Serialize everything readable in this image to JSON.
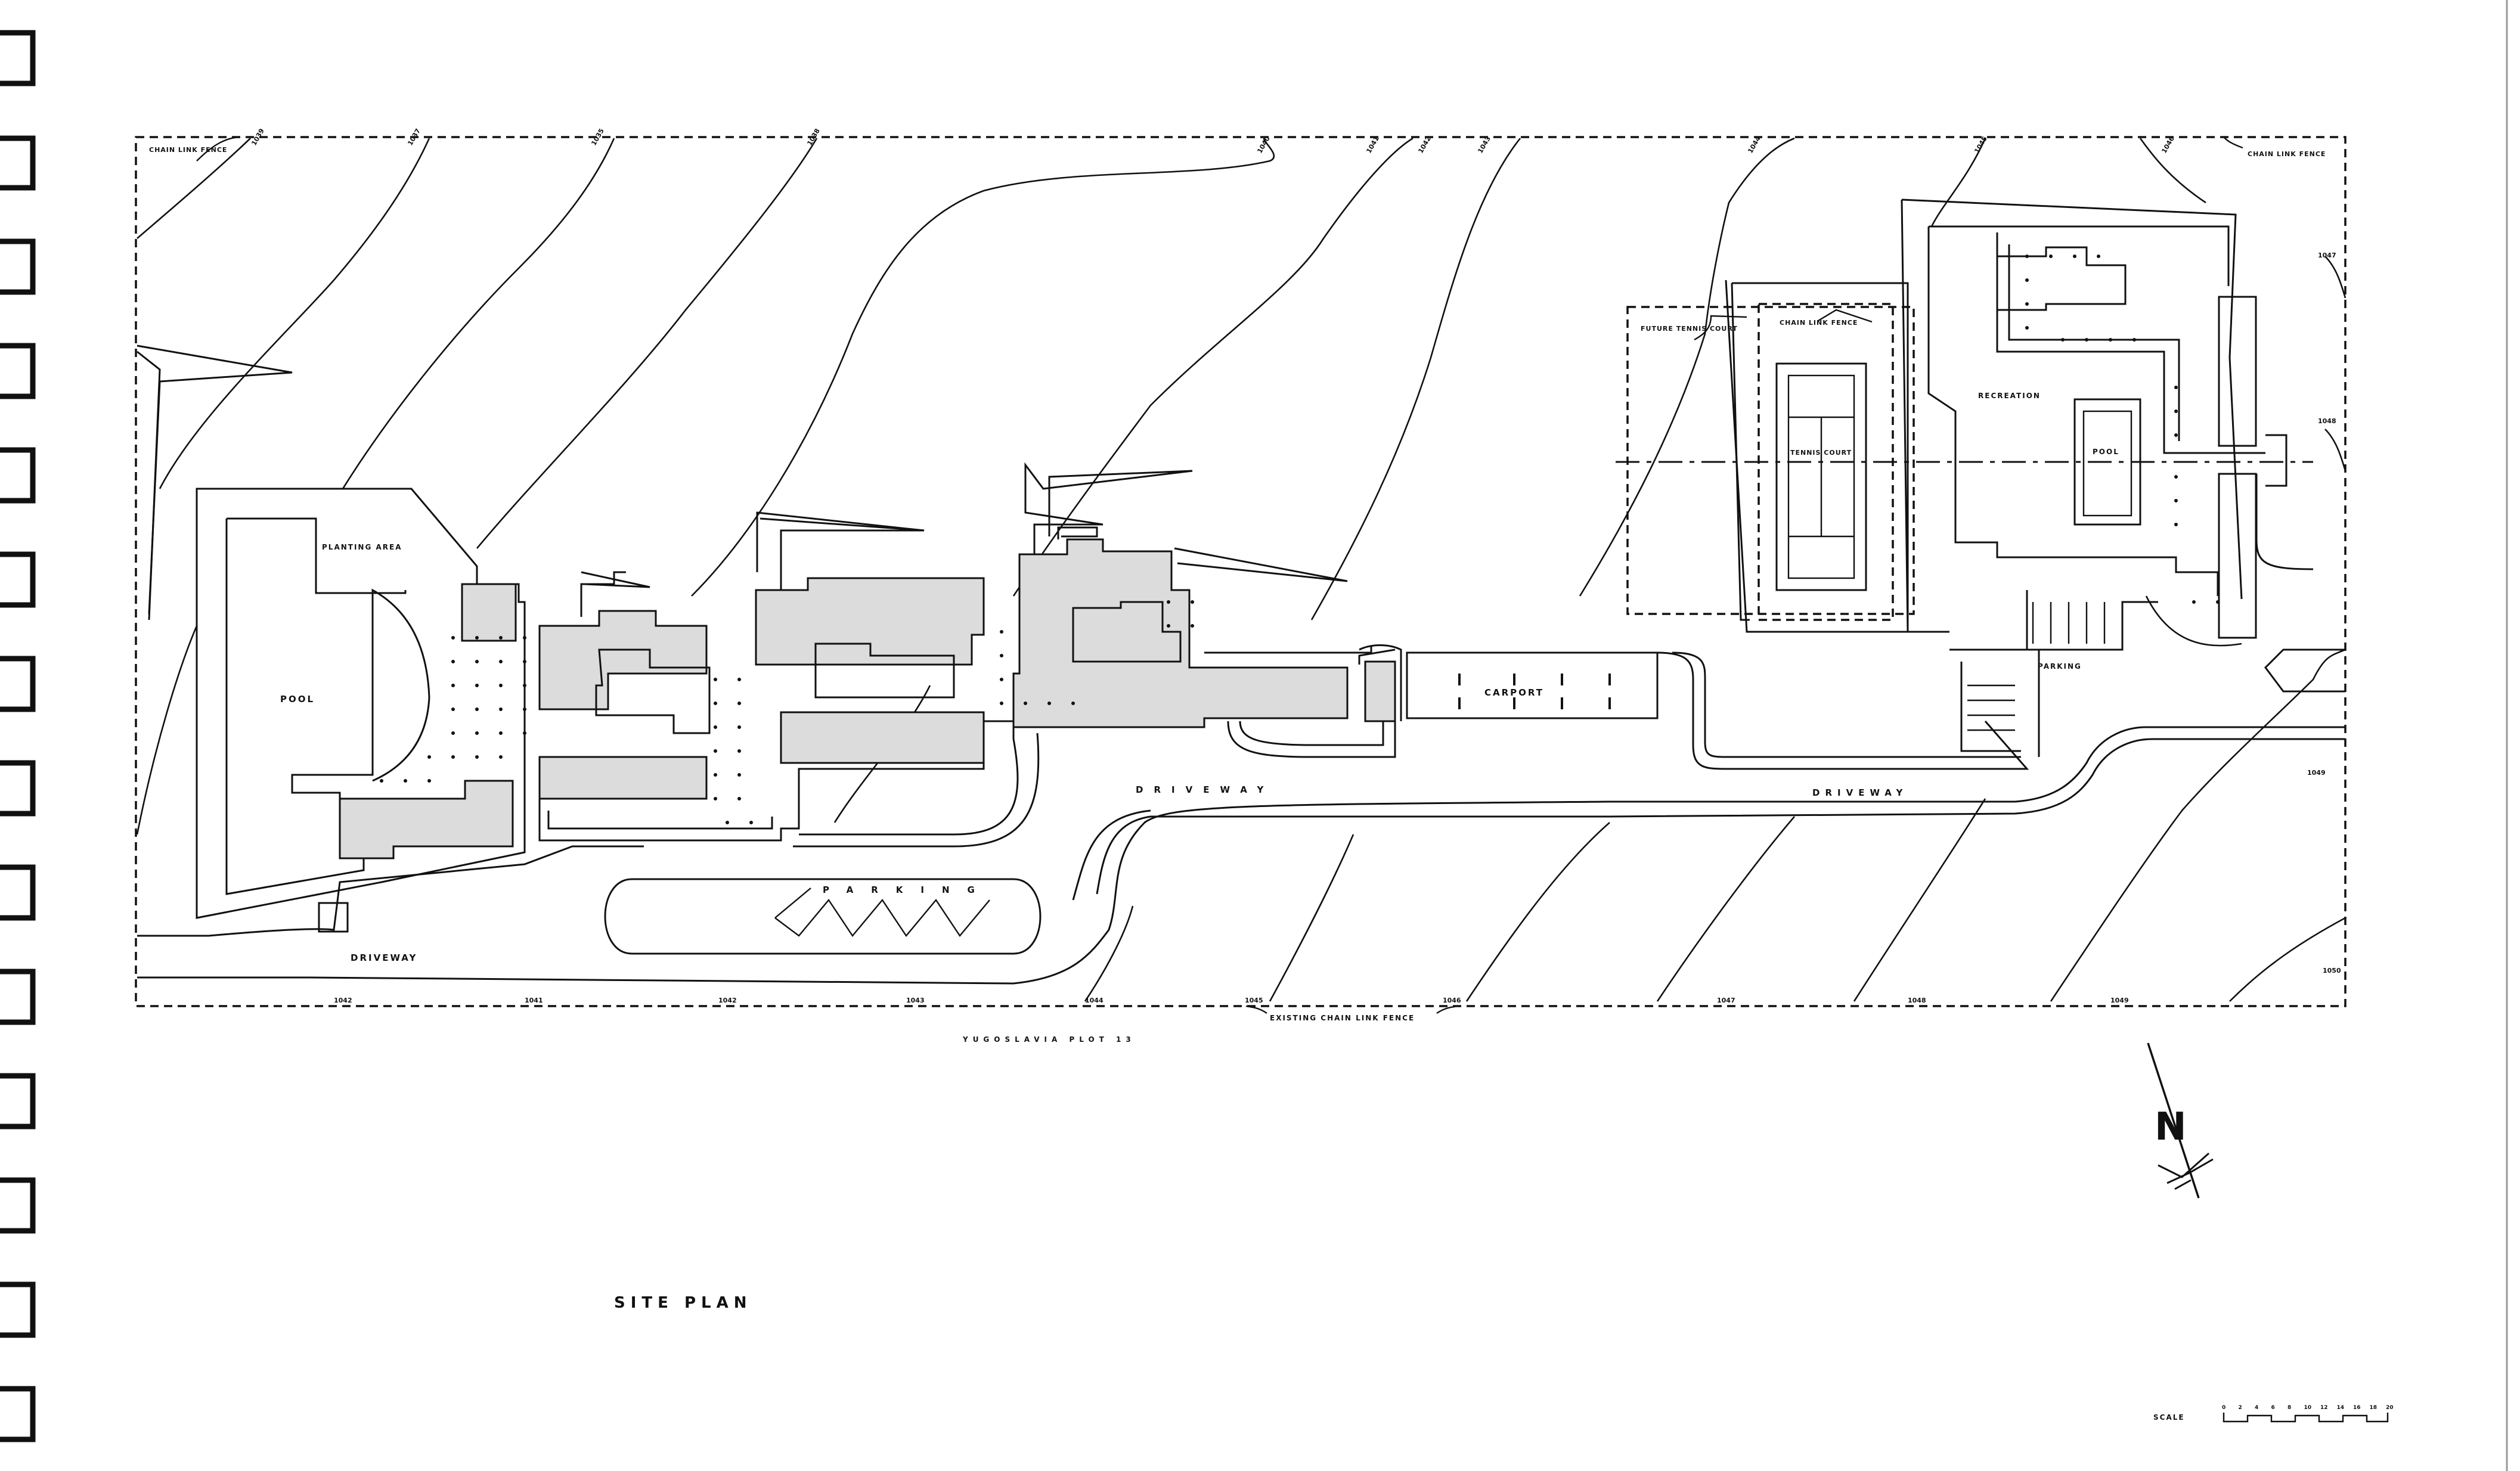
{
  "drawing": {
    "title": "SITE PLAN",
    "plot_caption": "YUGOSLAVIA  PLOT  13",
    "north_label": "N",
    "scale_label": "SCALE"
  },
  "labels": {
    "pool_main": "POOL",
    "planting_area": "PLANTING AREA",
    "driveway_west": "DRIVEWAY",
    "driveway_center": "DRIVEWAY",
    "driveway_east": "DRIVEWAY",
    "parking_south": "PARKING",
    "parking_east": "PARKING",
    "carport": "CARPORT",
    "tennis_court": "TENNIS COURT",
    "future_tennis_court": "FUTURE TENNIS COURT",
    "chain_link_fence_court": "CHAIN LINK FENCE",
    "chain_link_fence_nw": "CHAIN LINK FENCE",
    "chain_link_fence_ne": "CHAIN LINK FENCE",
    "existing_chain_link_fence": "EXISTING CHAIN LINK FENCE",
    "recreation": "RECREATION",
    "pool_recreation": "POOL"
  },
  "elevations": {
    "top": [
      "1039",
      "1037",
      "1035",
      "1038",
      "1040",
      "1041",
      "1042",
      "1043",
      "1044",
      "1045",
      "1046"
    ],
    "bottom": [
      "1042",
      "1041",
      "1042",
      "1043",
      "1044",
      "1045",
      "1046",
      "1047",
      "1048",
      "1049",
      "1050"
    ],
    "right": [
      "1047",
      "1048",
      "1049"
    ]
  },
  "scale_ticks": [
    "0",
    "2",
    "4",
    "6",
    "8",
    "10",
    "12",
    "14",
    "16",
    "18",
    "20"
  ],
  "colors": {
    "ink": "#111111",
    "paper": "#ffffff",
    "building_fill": "#dcdcdc"
  }
}
